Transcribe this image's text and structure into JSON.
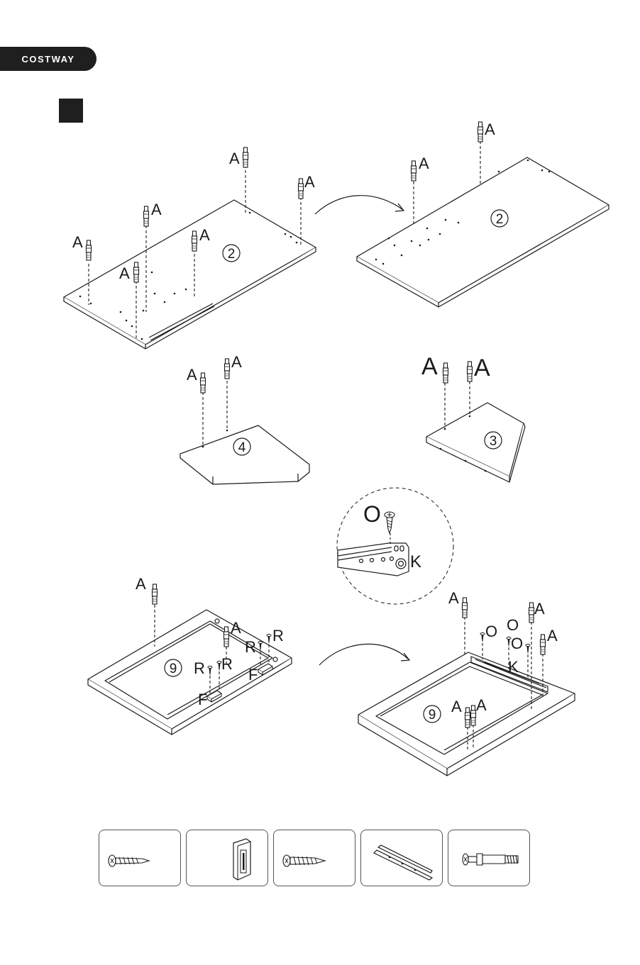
{
  "brand": {
    "name": "COSTWAY"
  },
  "labels": {
    "dowel": "A",
    "screw_small": "R",
    "screw_rail": "O",
    "rail": "K",
    "catch": "F"
  },
  "panels": {
    "p2": "2",
    "p4": "4",
    "p3": "3",
    "p9": "9"
  },
  "hardware": [
    {
      "icon": "screw-icon"
    },
    {
      "icon": "magnetic-catch-icon"
    },
    {
      "icon": "screw-icon"
    },
    {
      "icon": "drawer-rail-icon"
    },
    {
      "icon": "cam-dowel-icon"
    }
  ],
  "colors": {
    "ink": "#1a1a1a",
    "brand_bg": "#1f1f1f"
  }
}
